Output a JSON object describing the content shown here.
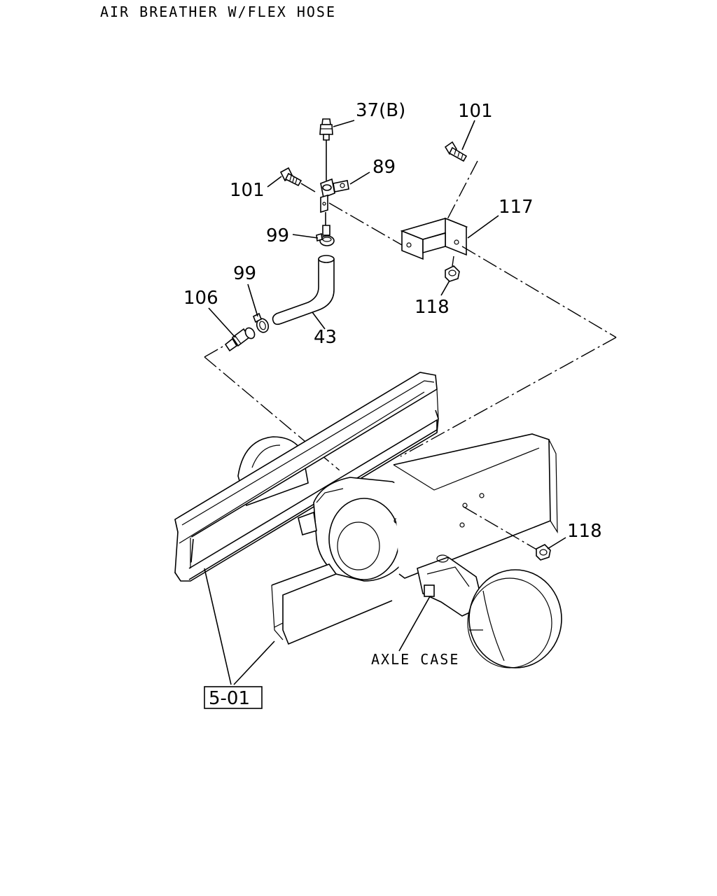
{
  "title": "AIR BREATHER W/FLEX HOSE",
  "callouts": {
    "c37b": "37(B)",
    "c101a": "101",
    "c101b": "101",
    "c89": "89",
    "c117": "117",
    "c99a": "99",
    "c99b": "99",
    "c118a": "118",
    "c106": "106",
    "c43": "43",
    "c118b": "118",
    "axle_case": "AXLE CASE",
    "ref": "5-01"
  }
}
